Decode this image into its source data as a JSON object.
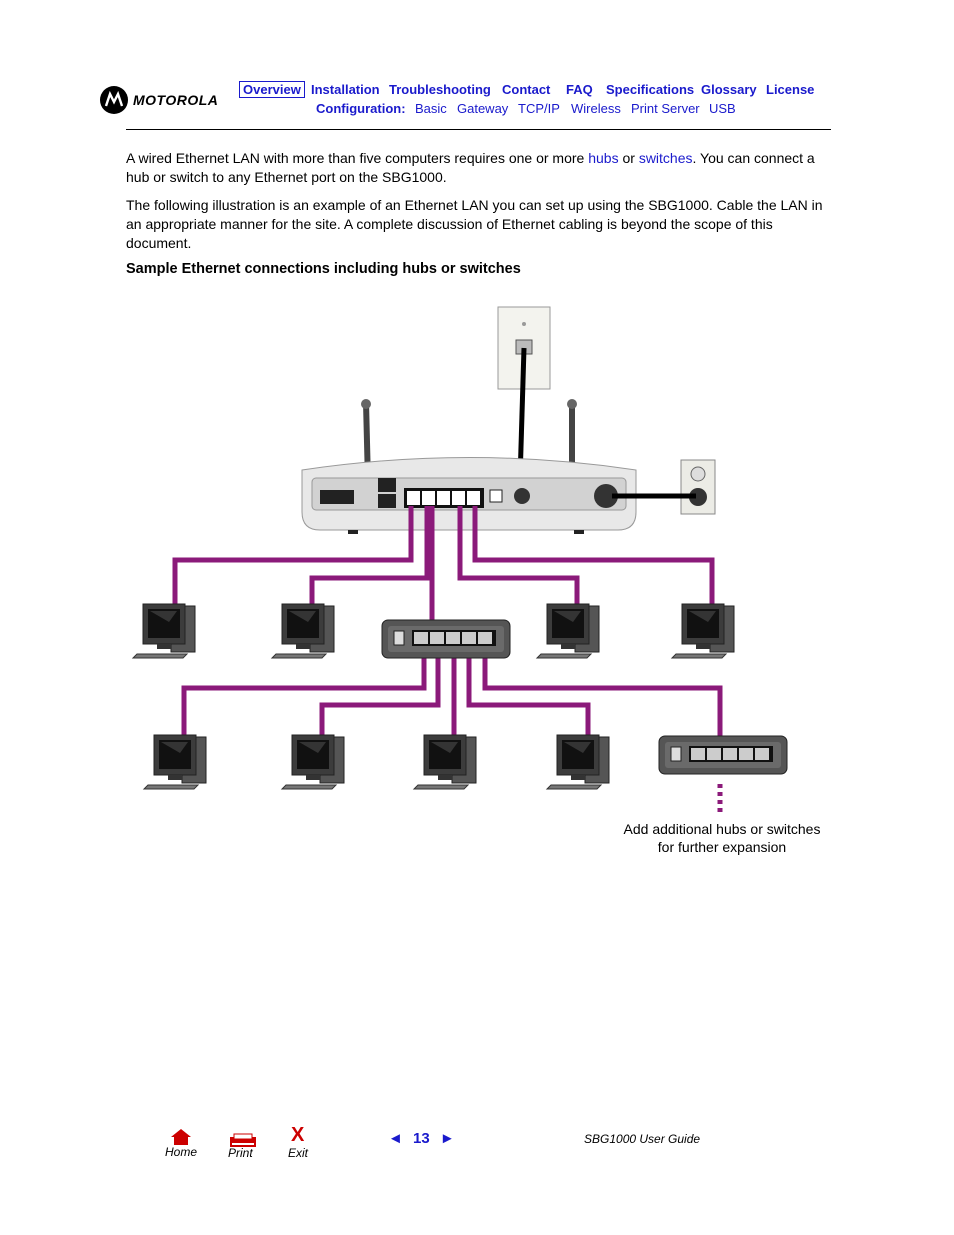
{
  "header": {
    "brand": "MOTOROLA",
    "nav_row1": [
      "Overview",
      "Installation",
      "Troubleshooting",
      "Contact",
      "FAQ",
      "Specifications",
      "Glossary",
      "License"
    ],
    "nav_row2_label": "Configuration:",
    "nav_row2": [
      "Basic",
      "Gateway",
      "TCP/IP",
      "Wireless",
      "Print Server",
      "USB"
    ],
    "selected": "Overview"
  },
  "body": {
    "p1_a": "A wired Ethernet LAN with more than five computers requires one or more ",
    "p1_link1": "hubs",
    "p1_b": " or ",
    "p1_link2": "switches",
    "p1_c": ". You can connect a hub or switch to any Ethernet port on the SBG1000.",
    "p2": "The following illustration is an example of an Ethernet LAN you can set up using the SBG1000. Cable the LAN in an appropriate manner for the site. A complete discussion of Ethernet cabling is beyond the scope of this document.",
    "heading": "Sample Ethernet connections including hubs or switches",
    "caption_line1": "Add additional hubs or switches",
    "caption_line2": "for further expansion"
  },
  "footer": {
    "home": "Home",
    "print": "Print",
    "exit": "Exit",
    "exit_glyph": "X",
    "page_number": "13",
    "prev_glyph": "◄",
    "next_glyph": "►",
    "guide": "SBG1000 User Guide"
  },
  "colors": {
    "link": "#1a1acc",
    "cable": "#8b1a7a",
    "home": "#cc0000"
  }
}
